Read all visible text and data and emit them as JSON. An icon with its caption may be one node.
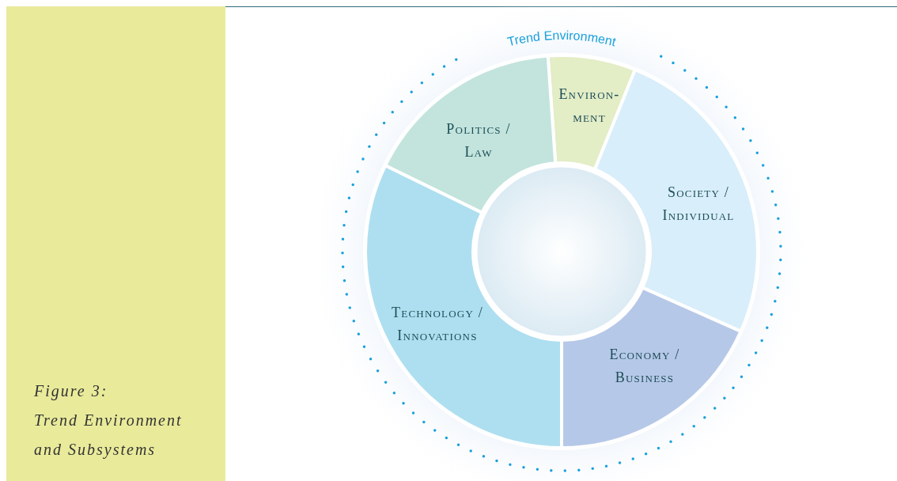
{
  "diagram": {
    "caption": "Figure 3: Trend Environment and Subsystems",
    "nodes": [
      {
        "text": [
          "Trend Environment"
        ]
      },
      {
        "text": [
          "Environ- ment"
        ],
        "in": 0
      },
      {
        "text": [
          "Politics / Law"
        ],
        "in": 0
      },
      {
        "text": [
          "Society / Individual"
        ],
        "in": 0
      },
      {
        "text": [
          "Technology / Innovations"
        ],
        "in": 0
      },
      {
        "text": [
          "Economy / Business"
        ],
        "in": 0
      }
    ],
    "edges": []
  }
}
